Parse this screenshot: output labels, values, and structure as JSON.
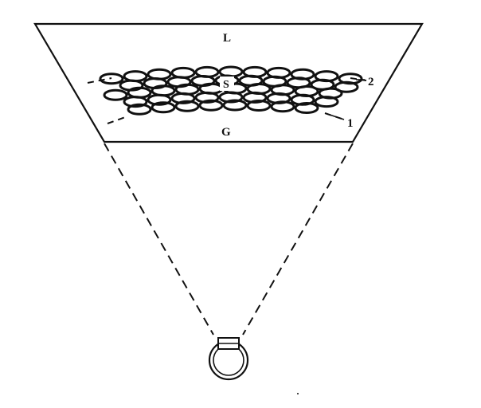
{
  "labels": {
    "top_region": "L",
    "middle_layer": "S",
    "bottom_region": "G",
    "boundary_upper": "2",
    "boundary_lower": "1"
  },
  "colors": {
    "stroke": "#111111",
    "background": "#ffffff",
    "label_mask": "#ffffff"
  },
  "icons": {
    "eye": "eye-icon"
  }
}
